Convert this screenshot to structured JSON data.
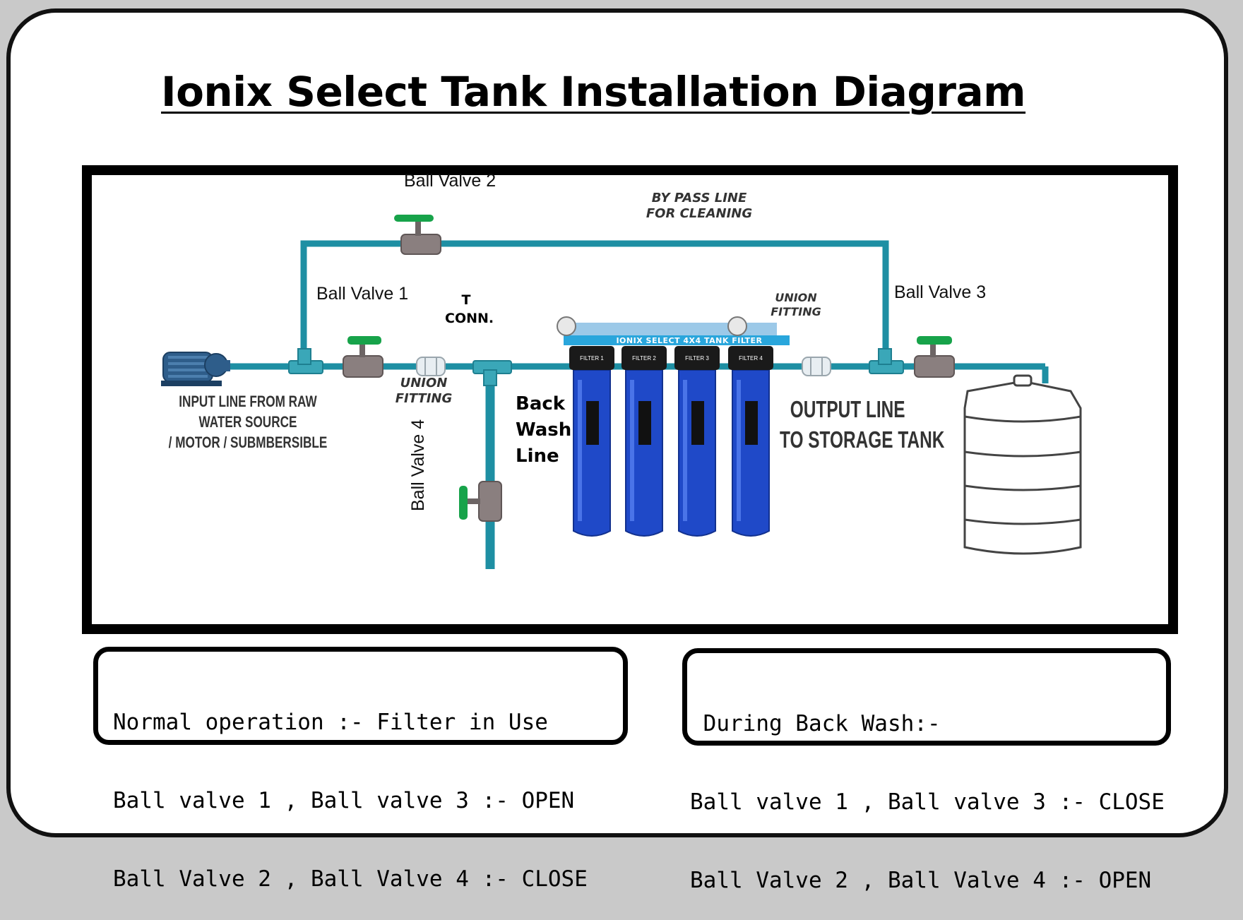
{
  "title": "Ionix Select Tank Installation Diagram",
  "diagram": {
    "valves": {
      "valve1": "Ball Valve 1",
      "valve2": "Ball Valve 2",
      "valve3": "Ball Valve 3",
      "valve4": "Ball Valve 4"
    },
    "bypass_line": [
      "BY PASS LINE",
      "FOR CLEANING"
    ],
    "t_connector": [
      "T",
      "CONN."
    ],
    "union_fitting_left": [
      "UNION",
      "FITTING"
    ],
    "union_fitting_right": [
      "UNION",
      "FITTING"
    ],
    "input_line": [
      "INPUT LINE FROM RAW",
      "WATER SOURCE",
      "/ MOTOR / SUBMBERSIBLE"
    ],
    "backwash_line": [
      "Back",
      "Wash",
      "Line"
    ],
    "output_line": [
      "OUTPUT LINE",
      "TO STORAGE TANK"
    ],
    "filter_banner": "IONIX SELECT 4X4 TANK FILTER",
    "filters": [
      "FILTER 1",
      "FILTER 2",
      "FILTER 3",
      "FILTER 4"
    ]
  },
  "notes": {
    "normal": {
      "heading": "Normal operation :- Filter in Use",
      "line1": "Ball valve 1 , Ball valve 3 :- OPEN",
      "line2": "Ball Valve 2 , Ball Valve 4 :- CLOSE"
    },
    "backwash": {
      "heading": " During Back Wash:-",
      "line1": "Ball valve 1 , Ball valve 3 :- CLOSE",
      "line2": "Ball Valve 2 , Ball Valve 4 :- OPEN"
    }
  },
  "colors": {
    "pipe": "#1e8fa3",
    "valve_handle": "#17a34a",
    "valve_body": "#8a7f7f",
    "filter_housing": "#1f49c8",
    "banner": "#29a6dc"
  }
}
